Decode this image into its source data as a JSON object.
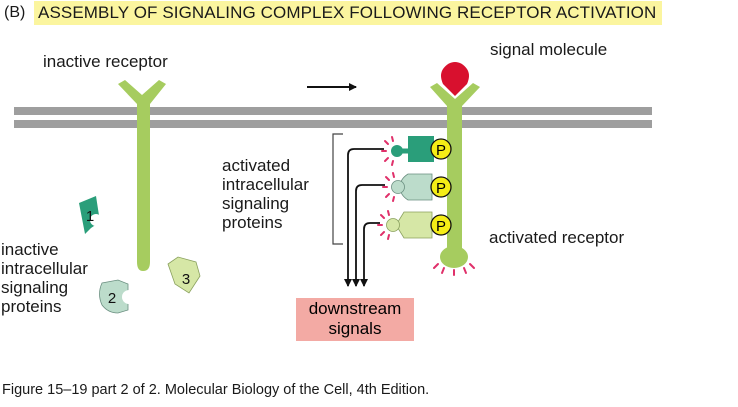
{
  "panel": {
    "letter": "(B)",
    "title": "ASSEMBLY OF SIGNALING COMPLEX FOLLOWING RECEPTOR ACTIVATION",
    "title_bg": "#fbf59f"
  },
  "labels": {
    "inactive_receptor": "inactive receptor",
    "signal_molecule": "signal molecule",
    "activated_intracellular_proteins": [
      "activated",
      "intracellular",
      "signaling",
      "proteins"
    ],
    "activated_receptor": "activated receptor",
    "inactive_intracellular_proteins": [
      "inactive",
      "intracellular",
      "signaling",
      "proteins"
    ],
    "downstream_signals": [
      "downstream",
      "signals"
    ]
  },
  "proteins": [
    "1",
    "2",
    "3"
  ],
  "phosphate_label": "P",
  "caption": "Figure 15–19 part 2 of 2. Molecular Biology of the Cell, 4th Edition.",
  "colors": {
    "receptor": "#a6cc5f",
    "membrane": "#9e9e9e",
    "signal_molecule": "#d8102e",
    "phosphate": "#f5ed16",
    "protein_1": "#2a9e7a",
    "protein_2": "#bcdccb",
    "protein_3": "#d6e7a6",
    "activation_ticks": "#e0306a",
    "downstream_box": "#f3aaa4"
  }
}
